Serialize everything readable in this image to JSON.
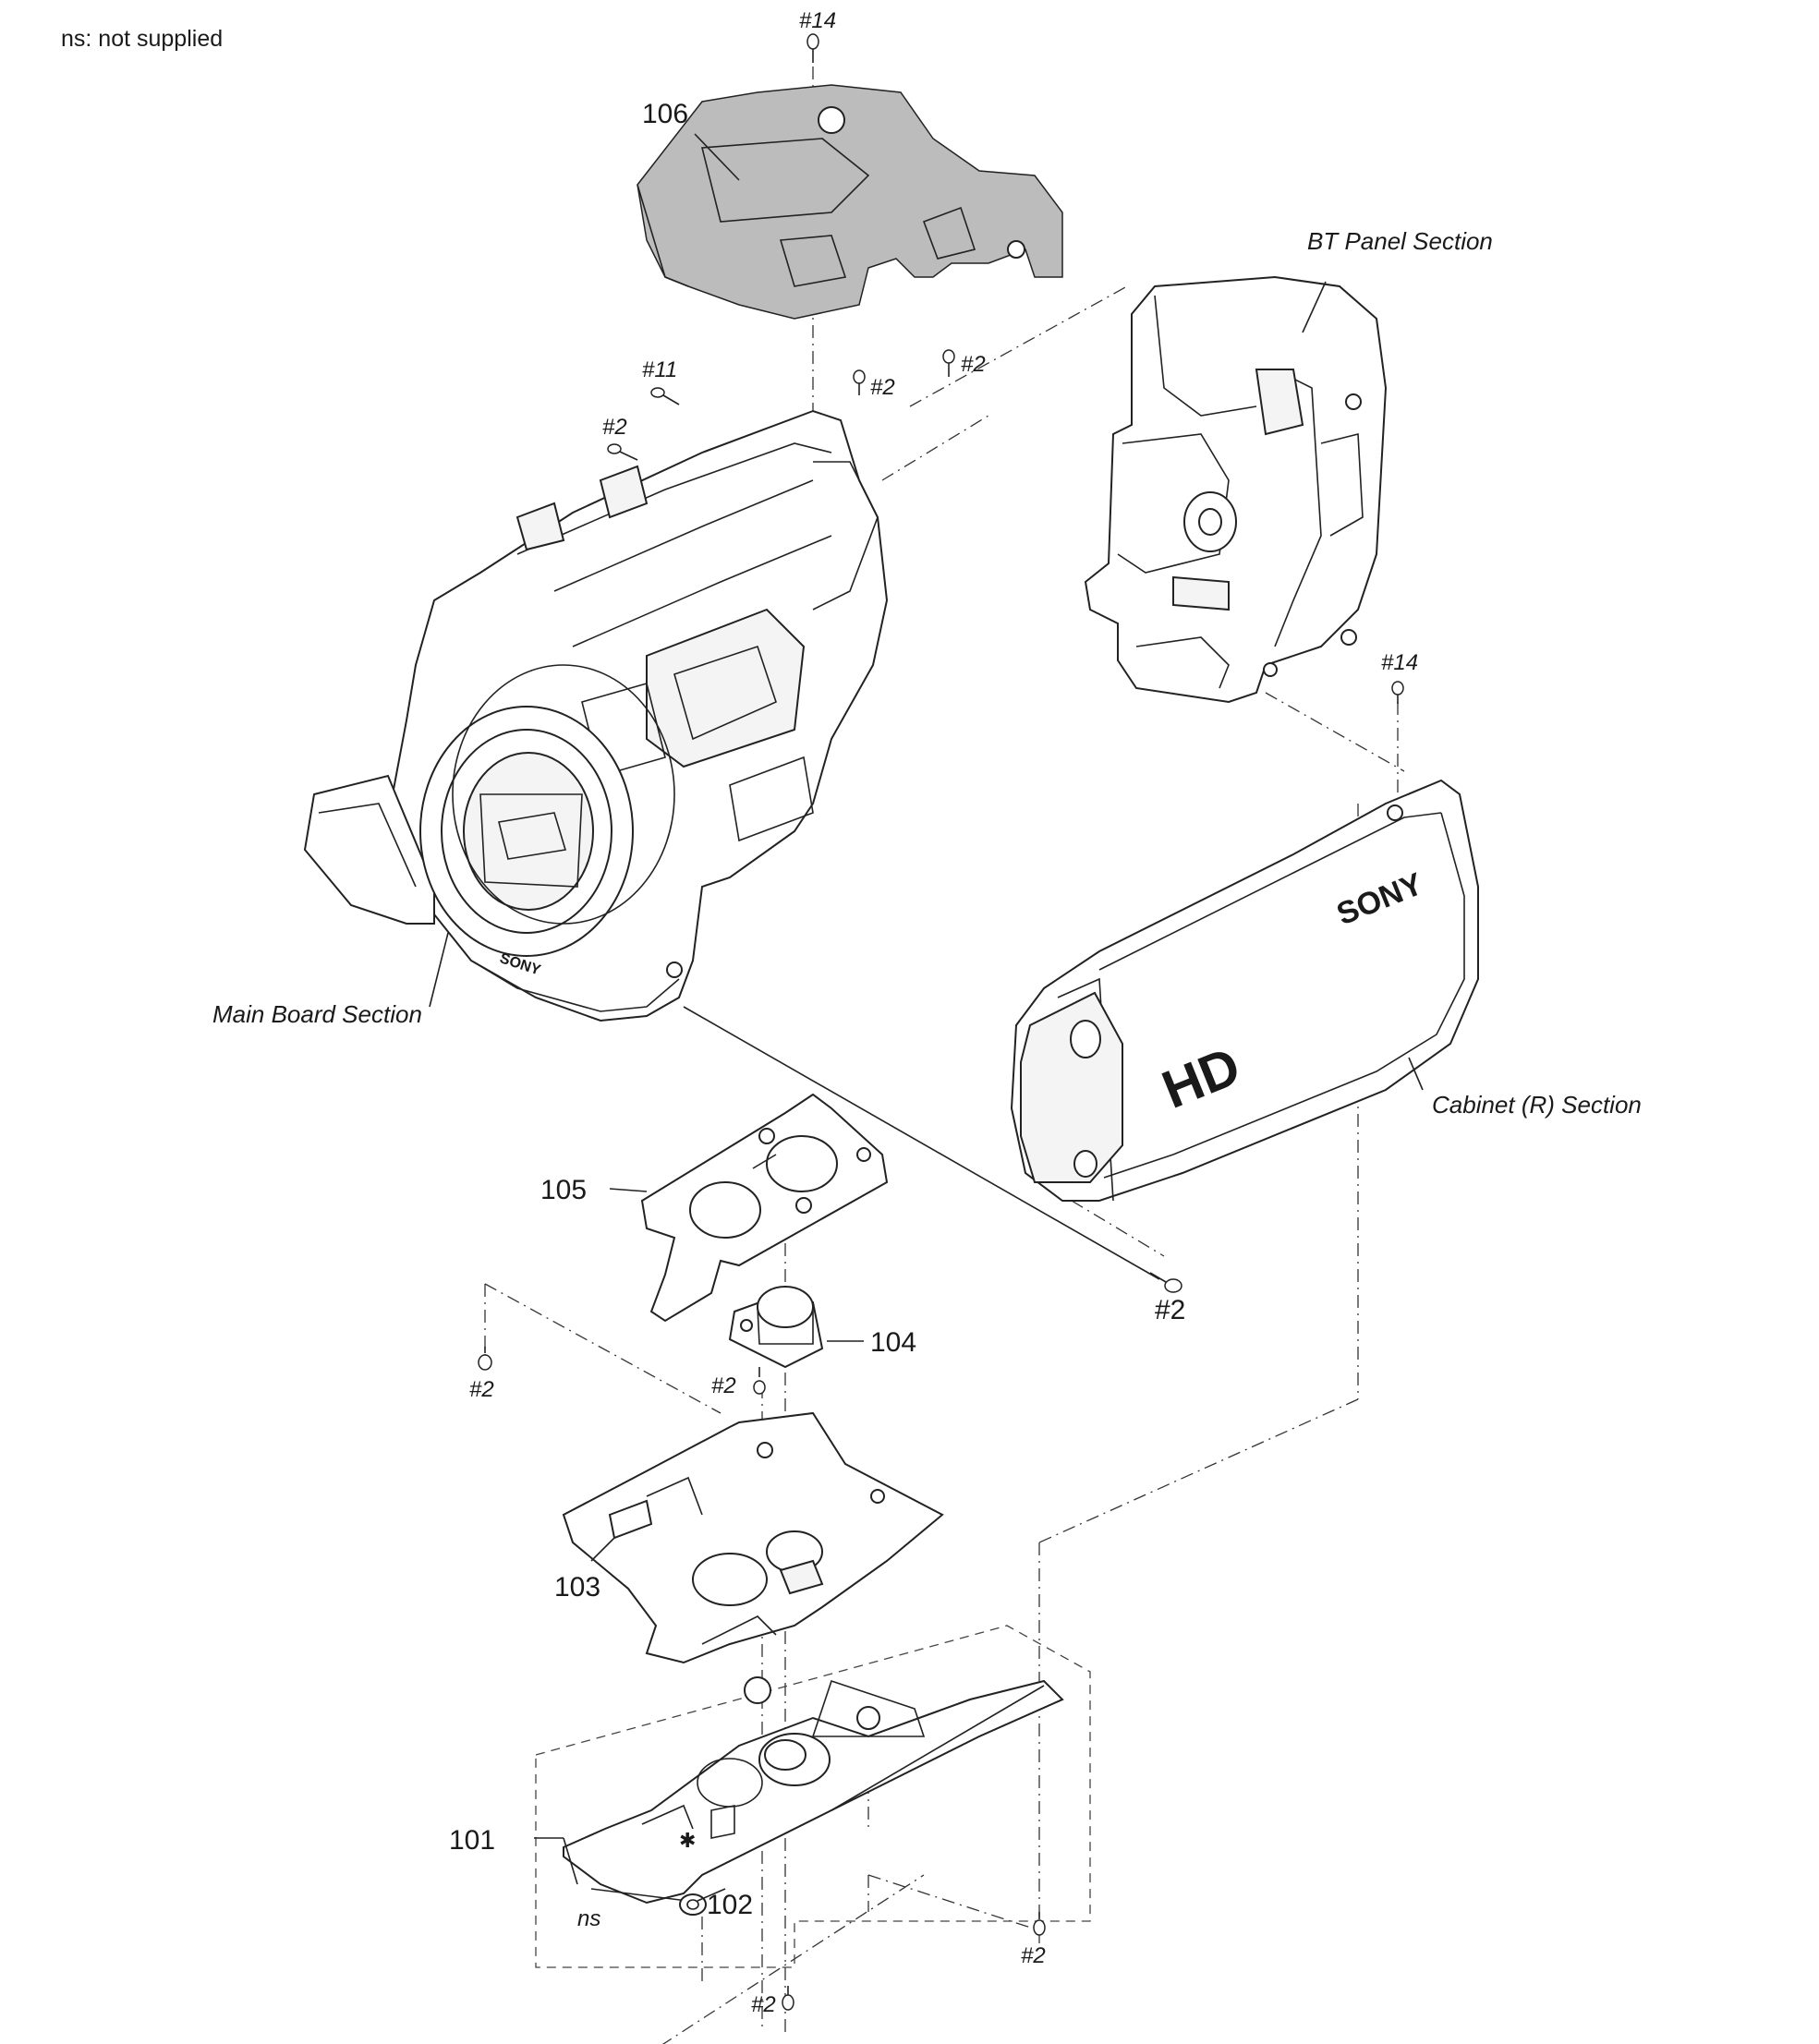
{
  "note": "ns: not supplied",
  "parts": {
    "p101": "101",
    "p102": "102",
    "p103": "103",
    "p104": "104",
    "p105": "105",
    "p106": "106",
    "ns": "ns"
  },
  "screws": {
    "top": "#14",
    "s11": "#11",
    "s2_a": "#2",
    "s2_b": "#2",
    "s2_c": "#2",
    "right14": "#14",
    "mid2": "#2",
    "left2": "#2",
    "under104": "#2",
    "bottom_right": "#2",
    "bottom": "#2"
  },
  "sections": {
    "bt_panel": "BT Panel Section",
    "main_board": "Main Board Section",
    "cabinet_r": "Cabinet (R) Section"
  },
  "brand": {
    "sony_cabinet": "SONY",
    "hd": "HD",
    "sony_lens": "SONY"
  }
}
